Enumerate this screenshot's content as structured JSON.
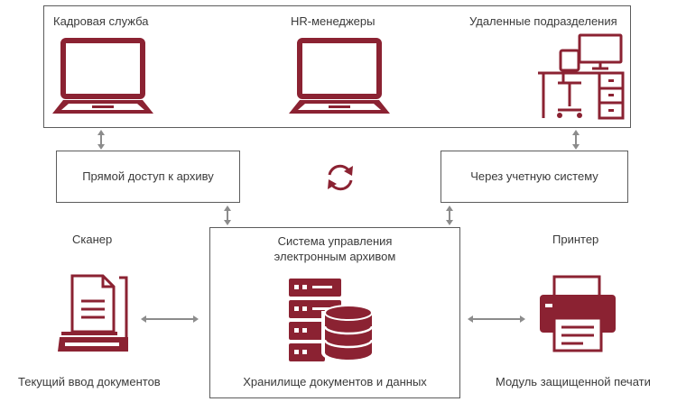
{
  "colors": {
    "accent": "#8b2232",
    "arrow": "#8c8c8c",
    "border": "#5c5c5c",
    "text": "#3a3a3a"
  },
  "top_panel": {
    "hr_department": "Кадровая служба",
    "hr_managers": "HR-менеджеры",
    "remote_units": "Удаленные подразделения"
  },
  "access": {
    "direct_archive": "Прямой доступ к архиву",
    "via_account": "Через учетную систему"
  },
  "center_box": {
    "title_line1": "Система управления",
    "title_line2": "электронным архивом",
    "storage": "Хранилище документов и данных"
  },
  "scanner": {
    "title": "Сканер",
    "caption": "Текущий ввод документов"
  },
  "printer": {
    "title": "Принтер",
    "caption": "Модуль защищенной печати"
  },
  "icons": [
    "laptop-icon",
    "laptop-icon",
    "office-desk-icon",
    "sync-icon",
    "scanner-icon",
    "database-server-icon",
    "printer-icon"
  ]
}
